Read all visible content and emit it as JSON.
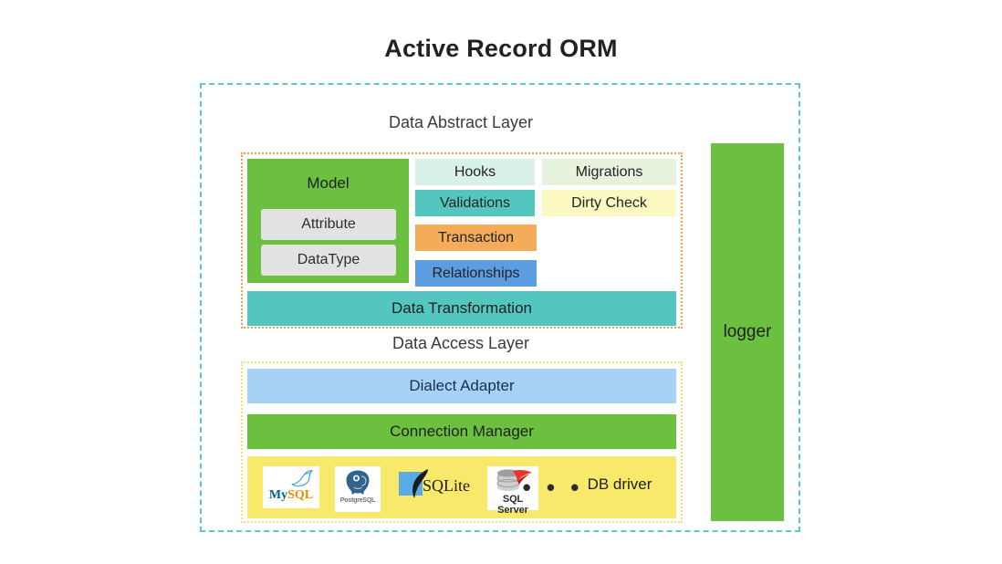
{
  "diagram": {
    "title": "Active Record ORM",
    "layers": {
      "abstract_label": "Data Abstract Layer",
      "access_label": "Data Access Layer"
    },
    "model": {
      "title": "Model",
      "sub_blocks": [
        {
          "label": "Attribute"
        },
        {
          "label": "DataType"
        }
      ]
    },
    "features": [
      {
        "label": "Hooks",
        "color": "#d8f1ea"
      },
      {
        "label": "Migrations",
        "color": "#e8f3dd"
      },
      {
        "label": "Validations",
        "color": "#54c6c0"
      },
      {
        "label": "Dirty Check",
        "color": "#fbf8c2"
      },
      {
        "label": "Transaction",
        "color": "#f4ab5a"
      },
      {
        "label": "Relationships",
        "color": "#5b9de0"
      }
    ],
    "bars": [
      {
        "label": "Data Transformation",
        "color": "#54c6c0"
      },
      {
        "label": "Dialect Adapter",
        "color": "#a6d2f5"
      },
      {
        "label": "Connection Manager",
        "color": "#6cc03f"
      }
    ],
    "db_driver": {
      "background": "#f9e96a",
      "label": "DB driver",
      "ellipsis": "• • •",
      "logos": [
        {
          "name": "mysql-logo",
          "wordmark_part1": "My",
          "wordmark_part2": "SQL"
        },
        {
          "name": "postgresql-logo",
          "wordmark": "PostgreSQL"
        },
        {
          "name": "sqlite-logo",
          "wordmark": "SQLite"
        },
        {
          "name": "sqlserver-logo",
          "wordmark": "SQL Server"
        }
      ]
    },
    "logger": {
      "label": "logger",
      "color": "#6cc03f"
    },
    "borders": {
      "outer_dashed": "#5bc6cf",
      "abstract_group_dashed": "#f0a050",
      "access_group_dashed": "#f2e27a"
    }
  }
}
